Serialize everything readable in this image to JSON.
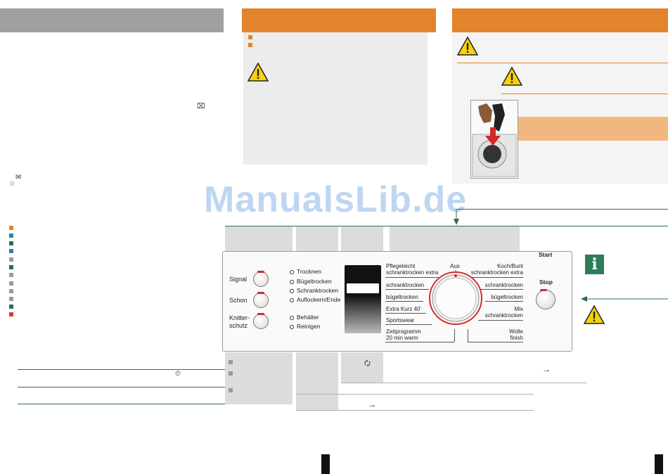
{
  "watermark": "ManualsLib.de",
  "left_column": {
    "env_icons": [
      "⌧",
      "✉",
      "♲"
    ],
    "legend_colors": [
      "#e3832b",
      "#2f7fa6",
      "#2e6b5c",
      "#2f7fa6",
      "#9a9a9a",
      "#2e6b5c",
      "#9a9a9a",
      "#9a9a9a",
      "#9a9a9a",
      "#9a9a9a",
      "#9a9a9a",
      "#2e6b5c",
      "#d93a3a"
    ]
  },
  "control_panel": {
    "buttons": {
      "signal": "Signal",
      "schon": "Schon",
      "knitterschutz_1": "Knitter-",
      "knitterschutz_2": "schutz",
      "start_1": "Start",
      "start_2": "Stop"
    },
    "indicators": [
      "Trocknen",
      "Bügeltrocken",
      "Schranktrocken",
      "Auflockern/Ende",
      "Behälter",
      "Reinigen"
    ],
    "dial": {
      "off_label": "Aus",
      "left_programs": [
        {
          "l1": "Pflegeleicht",
          "l2": "schranktrocken extra"
        },
        {
          "l1": "schranktrocken",
          "l2": ""
        },
        {
          "l1": "bügeltrocken",
          "l2": ""
        },
        {
          "l1": "Extra Kurz 40'",
          "l2": ""
        },
        {
          "l1": "Sportswear",
          "l2": ""
        },
        {
          "l1": "Zeitprogramm",
          "l2": "20 min warm"
        }
      ],
      "right_programs": [
        {
          "l1": "Koch/Bunt",
          "l2": "schranktrocken extra"
        },
        {
          "l1": "schranktrocken",
          "l2": ""
        },
        {
          "l1": "bügeltrocken",
          "l2": ""
        },
        {
          "l1": "Mix",
          "l2": "schranktrocken"
        },
        {
          "l1": "Wolle",
          "l2": "finish"
        }
      ]
    }
  },
  "bottom": {
    "timer_icon": "⏲",
    "arrow_right": "→",
    "bullet_colors": [
      "#9a9a9a",
      "#9a9a9a",
      "#9a9a9a"
    ]
  },
  "icons": {
    "warning": "warning-icon",
    "info": "i"
  }
}
